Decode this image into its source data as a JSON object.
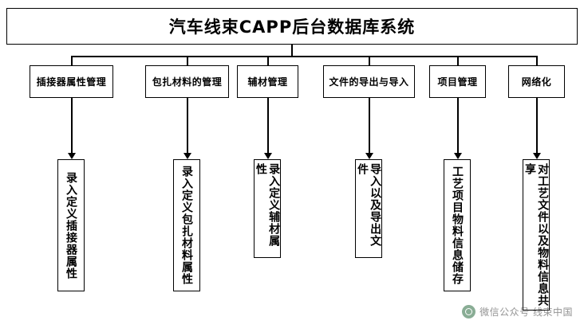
{
  "diagram": {
    "title": "汽车线束CAPP后台数据库系统",
    "level1": [
      {
        "label": "插接器属性管理"
      },
      {
        "label": "包扎材料的管理"
      },
      {
        "label": "辅材管理"
      },
      {
        "label": "文件的导出与导入"
      },
      {
        "label": "项目管理"
      },
      {
        "label": "网络化"
      }
    ],
    "level2": [
      {
        "label": "录入定义插接器属性"
      },
      {
        "label": "录入定义包扎材料属性"
      },
      {
        "label": "录入定义辅材属性"
      },
      {
        "label": "导入以及导出文件"
      },
      {
        "label": "工艺项目物料信息储存"
      },
      {
        "label": "对工艺文件以及物料信息共享"
      }
    ]
  },
  "watermark": {
    "text": "微信公众号 线束中国",
    "logo_icon": "circle-logo-icon"
  },
  "colors": {
    "stroke": "#000000",
    "background": "#ffffff",
    "watermark_green": "#2a6b3f"
  }
}
